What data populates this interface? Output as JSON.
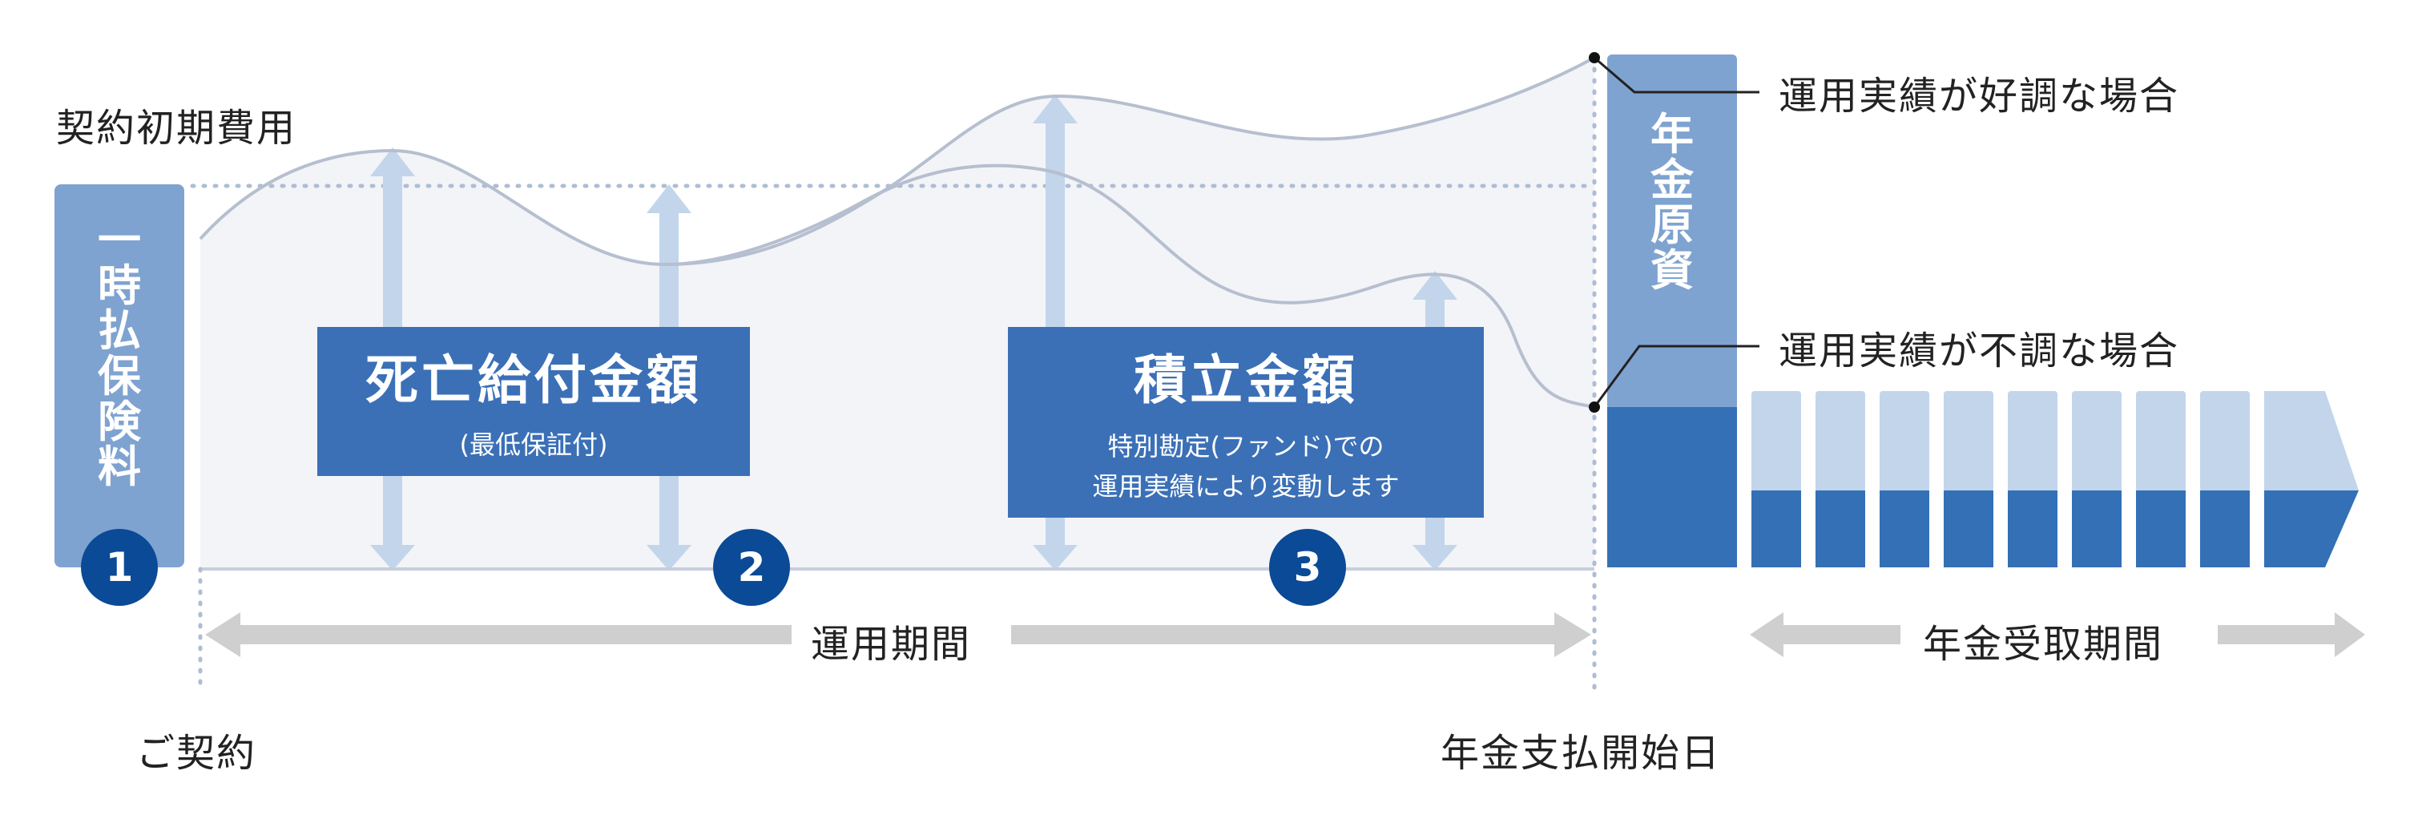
{
  "initial_cost_label": "契約初期費用",
  "premium_box": {
    "chars": [
      "一",
      "時",
      "払",
      "保",
      "険",
      "料"
    ],
    "badge": "1"
  },
  "death_benefit": {
    "title": "死亡給付金額",
    "subtitle": "(最低保証付)",
    "badge": "2"
  },
  "accumulation": {
    "title": "積立金額",
    "subtitle_line1": "特別勘定(ファンド)での",
    "subtitle_line2": "運用実績により変動します",
    "badge": "3"
  },
  "pension_fund_box": {
    "chars": [
      "年",
      "金",
      "原",
      "資"
    ]
  },
  "good_performance_label": "運用実績が好調な場合",
  "poor_performance_label": "運用実績が不調な場合",
  "operation_period_label": "運用期間",
  "pension_receipt_period_label": "年金受取期間",
  "contract_label": "ご契約",
  "pension_start_label": "年金支払開始日",
  "colors": {
    "dark_blue": "#3370b6",
    "mid_blue": "#7fa3d0",
    "light_blue": "#c2d5eb",
    "badge": "#0b4a96",
    "gray_arrow": "#cfcfcf",
    "area": "#f3f4f8"
  }
}
